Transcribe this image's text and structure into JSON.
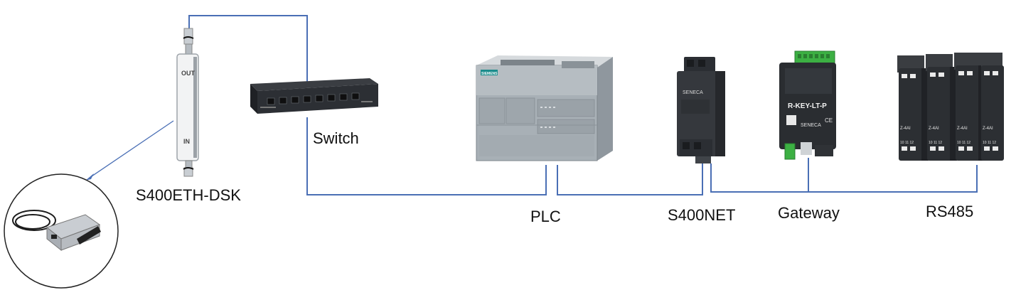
{
  "diagram": {
    "labels": {
      "switch": "Switch",
      "poe_injector": "S400ETH-DSK",
      "plc": "PLC",
      "s400net": "S400NET",
      "gateway": "Gateway",
      "rs485": "RS485"
    },
    "device_markings": {
      "injector_out": "OUT",
      "injector_in": "IN",
      "plc_brand": "SIEMENS",
      "s400net_brand": "SENECA",
      "gateway_model": "R-KEY-LT-P",
      "gateway_brand": "SENECA",
      "gateway_ce": "CE",
      "module_label": "Z-4AI",
      "module_terminals": "10 11 12"
    },
    "colors": {
      "wire": "#4a6fb5",
      "device_gray": "#9aa3ab",
      "device_dark": "#2a2d31",
      "terminal_green": "#3cb043"
    }
  }
}
